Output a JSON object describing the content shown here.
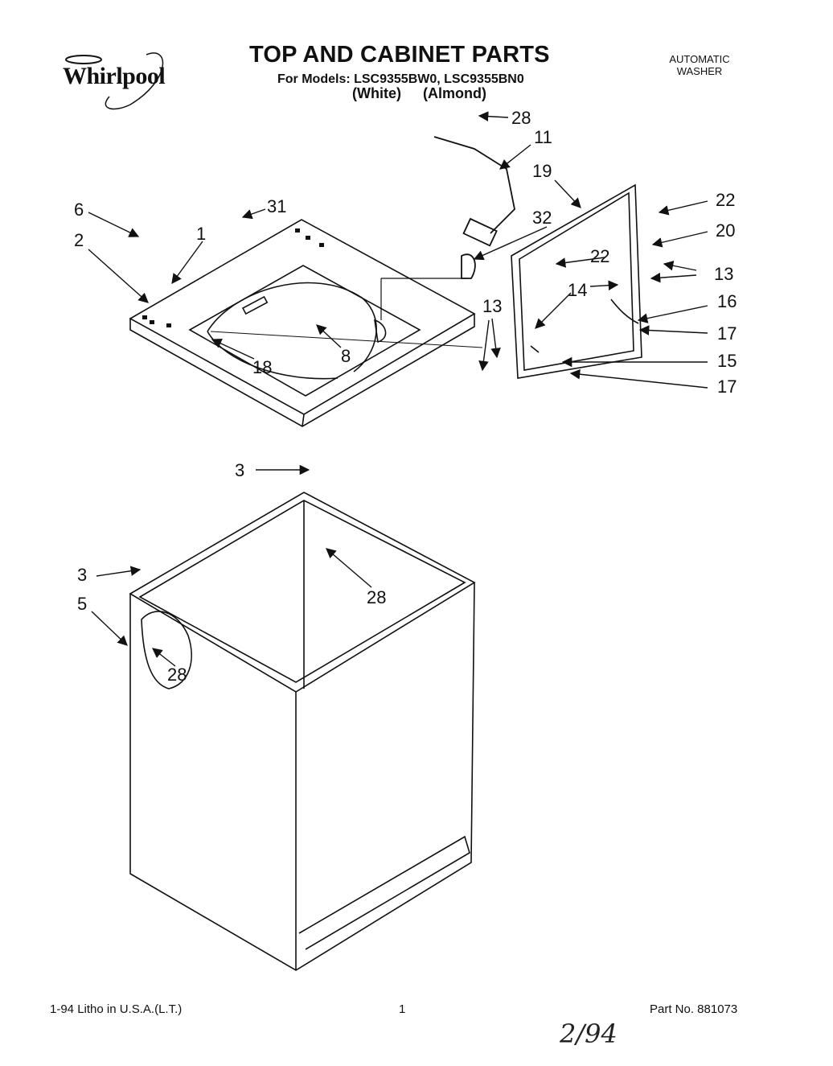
{
  "header": {
    "brand": "Whirlpool",
    "title": "TOP AND CABINET PARTS",
    "models_line": "For Models: LSC9355BW0, LSC9355BN0",
    "variants_line": "(White) (Almond)",
    "product_line1": "AUTOMATIC",
    "product_line2": "WASHER"
  },
  "callouts": {
    "c1": "1",
    "c2": "2",
    "c3a": "3",
    "c3b": "3",
    "c5": "5",
    "c6": "6",
    "c8": "8",
    "c11": "11",
    "c13a": "13",
    "c13b": "13",
    "c14": "14",
    "c15": "15",
    "c16": "16",
    "c17a": "17",
    "c17b": "17",
    "c18": "18",
    "c19": "19",
    "c20": "20",
    "c22a": "22",
    "c22b": "22",
    "c28a": "28",
    "c28b": "28",
    "c28c": "28",
    "c31": "31",
    "c32": "32"
  },
  "footer": {
    "left": "1-94 Litho in U.S.A.(L.T.)",
    "center": "1",
    "right": "Part No. 881073",
    "handwritten": "2/94"
  }
}
